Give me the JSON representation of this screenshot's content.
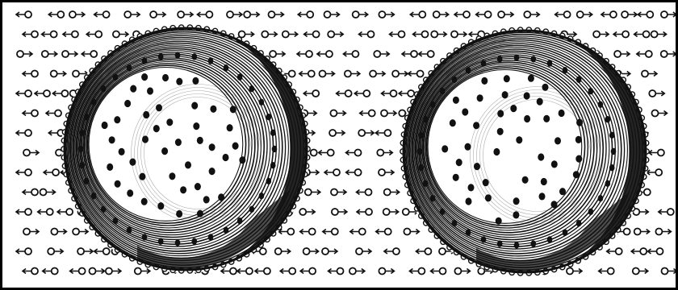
{
  "illustration": {
    "subject": "two-engraved-globes-with-arrow-circle-field",
    "colors": {
      "ink": "#111111",
      "paper": "#ffffff",
      "frame": "#000000"
    },
    "globes": [
      {
        "id": "left",
        "dot_count": 44
      },
      {
        "id": "right",
        "dot_count": 44
      }
    ],
    "glyph_rows": 14
  }
}
